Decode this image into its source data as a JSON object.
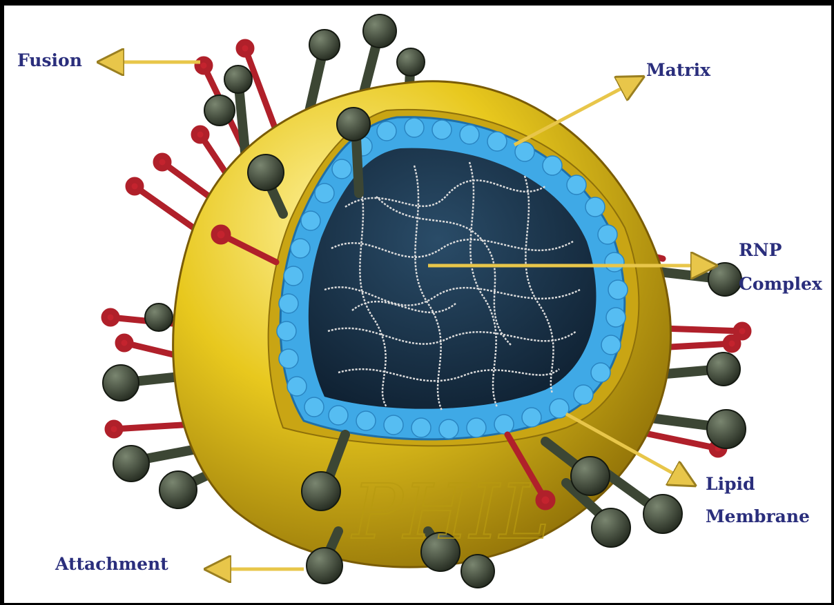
{
  "diagram": {
    "labels": {
      "fusion": "Fusion",
      "matrix": "Matrix",
      "rnp_line1": "RNP",
      "rnp_line2": "Complex",
      "lipid_line1": "Lipid",
      "lipid_line2": "Membrane",
      "attachment": "Attachment"
    },
    "watermark": "PHIL",
    "colors": {
      "label_text": "#2a2e7c",
      "envelope": "#e2c21c",
      "matrix_layer": "#3fa9e6",
      "core": "#16324a",
      "rnp_strands": "#dcdcdc",
      "fusion_spike": "#b0202a",
      "attachment_spike": "#3c4634",
      "arrow": "#e8c64a"
    }
  }
}
